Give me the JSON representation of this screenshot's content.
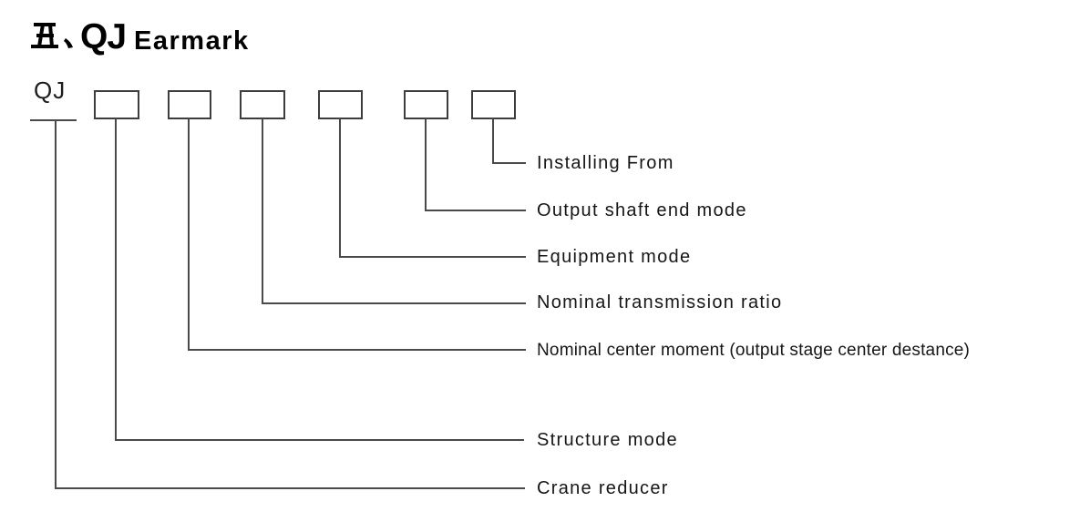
{
  "title": {
    "section_marker": "五、",
    "code": "QJ",
    "word": "Earmark"
  },
  "diagram": {
    "code": "QJ",
    "box_count": 6,
    "fields": [
      {
        "label": "Crane reducer",
        "connects_to": "code"
      },
      {
        "label": "Structure mode",
        "connects_to": "box-1"
      },
      {
        "label": "Nominal center moment (output stage center destance)",
        "connects_to": "box-2"
      },
      {
        "label": "Nominal transmission ratio",
        "connects_to": "box-3"
      },
      {
        "label": "Equipment mode",
        "connects_to": "box-4"
      },
      {
        "label": "Output shaft end mode",
        "connects_to": "box-5"
      },
      {
        "label": "Installing From",
        "connects_to": "box-6"
      }
    ]
  },
  "colors": {
    "background": "#ffffff",
    "ink": "#141414",
    "line": "#4a4a4a"
  }
}
